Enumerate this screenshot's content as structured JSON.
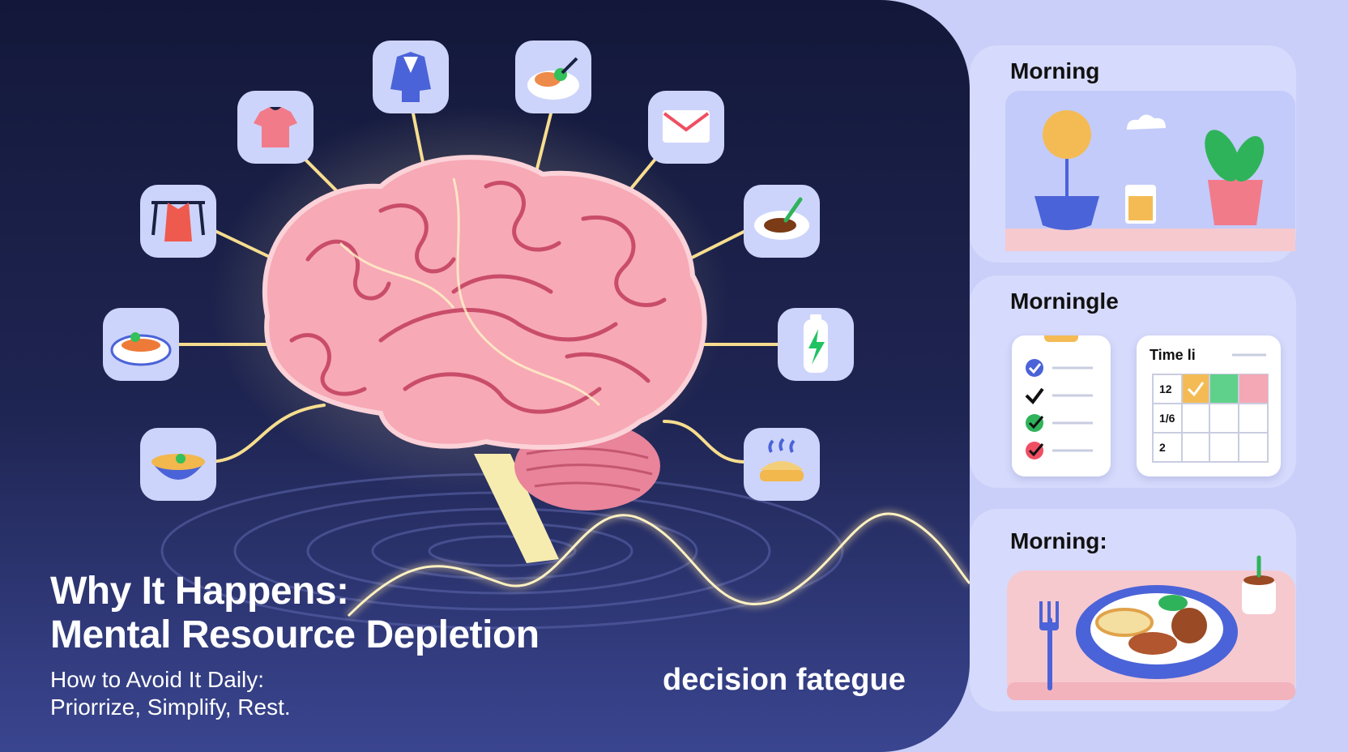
{
  "left": {
    "title_line1": "Why It Happens:",
    "title_line2": "Mental Resource Depletion",
    "sub_line1": "How to Avoid It Daily:",
    "sub_line2": "Priorrize, Simplify, Rest.",
    "keyword": "decision fategue",
    "icons": [
      "jacket-icon",
      "tshirt-icon",
      "dress-icon",
      "salad-plate-icon",
      "envelope-icon",
      "soup-bowl-icon",
      "battery-icon",
      "pasta-dish-icon",
      "noodle-bowl-icon",
      "pie-icon"
    ]
  },
  "panels": [
    {
      "title": "Morning",
      "scene": "sun-plant-water-scene"
    },
    {
      "title": "Morningle",
      "checklist_icons": [
        "check-circle-blue",
        "check-mark-black",
        "check-circle-green",
        "check-circle-red"
      ],
      "schedule": {
        "title": "Time li",
        "rows": [
          "12",
          "1/6",
          "2"
        ]
      }
    },
    {
      "title": "Morning:",
      "scene": "breakfast-plate-scene"
    }
  ],
  "colors": {
    "accent_pink": "#f4a8b5",
    "glow": "#ffe7a3",
    "navy": "#1a1f4a",
    "panel_bg": "#d6dafc"
  }
}
